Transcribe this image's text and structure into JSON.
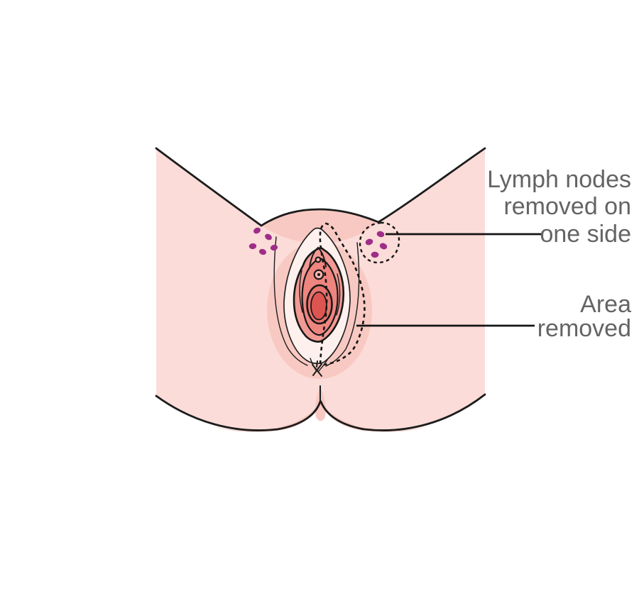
{
  "diagram": {
    "labels": {
      "lymph_nodes": {
        "line1": "Lymph nodes",
        "line2": "removed on",
        "line3": "one side"
      },
      "area_removed": {
        "line1": "Area",
        "line2": "removed"
      }
    },
    "colors": {
      "background": "#ffffff",
      "skin": "#fbdcd8",
      "skin_shade": "#f8c9c2",
      "labia_majora_fill": "#fdf0ed",
      "labia_minora": "#f29a94",
      "vestibule": "#ee857e",
      "vaginal_opening_outer": "#e8736c",
      "vaginal_opening_inner": "#dd5551",
      "lymph_node": "#9e2d88",
      "outline": "#1c1c1c",
      "label_text": "#646464"
    }
  }
}
